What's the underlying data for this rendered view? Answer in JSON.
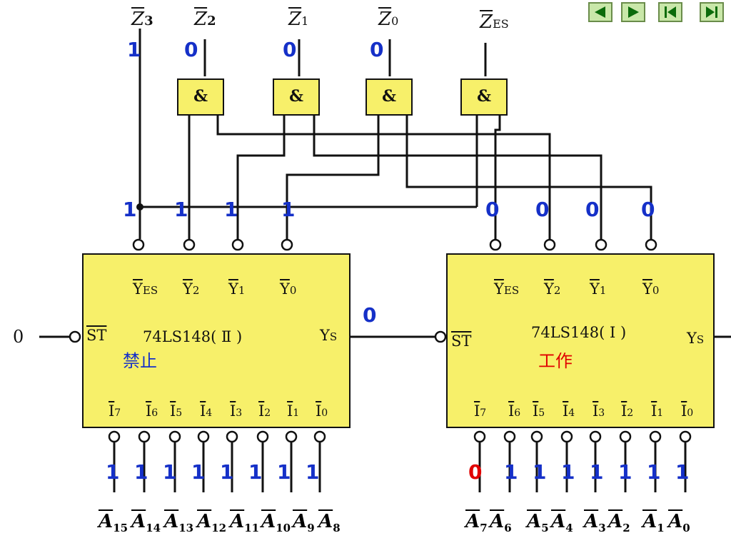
{
  "outputs": [
    {
      "text": "Z",
      "sub": "3"
    },
    {
      "text": "Z",
      "sub": "2"
    },
    {
      "text": "Z",
      "sub": "1"
    },
    {
      "text": "Z",
      "sub": "0"
    },
    {
      "text": "Z",
      "sub": "ES"
    }
  ],
  "output_values": [
    "1",
    "0",
    "0",
    "0"
  ],
  "gate_symbol": "&",
  "chip_left": {
    "top_pins": [
      "Y",
      "Y",
      "Y",
      "Y"
    ],
    "top_subs": [
      "ES",
      "2",
      "1",
      "0"
    ],
    "st": "ST",
    "name": "74LS148( Ⅱ )",
    "ys": "Y",
    "ys_sub": "S",
    "status": "禁止",
    "bottom_pins": [
      "I",
      "I",
      "I",
      "I",
      "I",
      "I",
      "I",
      "I"
    ],
    "bottom_subs": [
      "7",
      "6",
      "5",
      "4",
      "3",
      "2",
      "1",
      "0"
    ],
    "input_values": [
      "1",
      "1",
      "1",
      "1",
      "1",
      "1",
      "1",
      "1"
    ],
    "input_names": [
      "A",
      "A",
      "A",
      "A",
      "A",
      "A",
      "A",
      "A"
    ],
    "input_subs": [
      "15",
      "14",
      "13",
      "12",
      "11",
      "10",
      "9",
      "8"
    ],
    "top_values": [
      "1",
      "1",
      "1",
      "1"
    ],
    "st_input": "0"
  },
  "chip_right": {
    "top_pins": [
      "Y",
      "Y",
      "Y",
      "Y"
    ],
    "top_subs": [
      "ES",
      "2",
      "1",
      "0"
    ],
    "st": "ST",
    "name": "74LS148( Ⅰ )",
    "ys": "Y",
    "ys_sub": "S",
    "status": "工作",
    "bottom_pins": [
      "I",
      "I",
      "I",
      "I",
      "I",
      "I",
      "I",
      "I"
    ],
    "bottom_subs": [
      "7",
      "6",
      "5",
      "4",
      "3",
      "2",
      "1",
      "0"
    ],
    "input_values": [
      "0",
      "1",
      "1",
      "1",
      "1",
      "1",
      "1",
      "1"
    ],
    "input_names": [
      "A",
      "A",
      "A",
      "A",
      "A",
      "A",
      "A",
      "A"
    ],
    "input_subs": [
      "7",
      "6",
      "5",
      "4",
      "3",
      "2",
      "1",
      "0"
    ],
    "top_values": [
      "0",
      "0",
      "0",
      "0"
    ]
  },
  "link_value": "0",
  "colors": {
    "chip_fill": "#f7f06a",
    "value_blue": "#1530c8",
    "value_red": "#e00000",
    "nav_fill": "#c9e7a9"
  },
  "nav_icons": [
    "prev-icon",
    "next-icon",
    "first-icon",
    "last-icon"
  ]
}
